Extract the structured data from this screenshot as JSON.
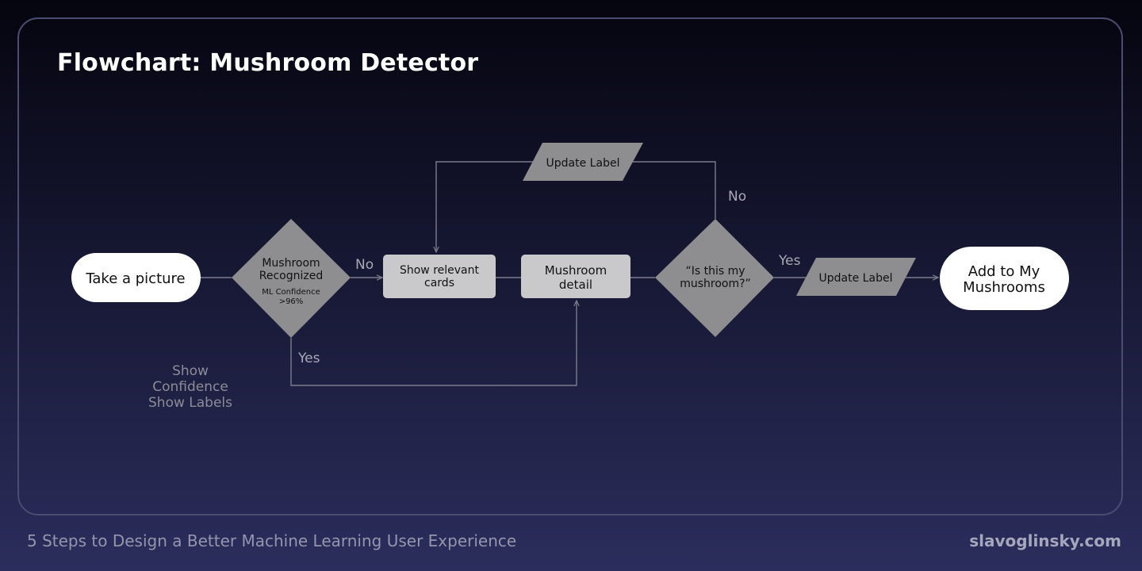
{
  "title": "Flowchart: Mushroom Detector",
  "nodes": {
    "start": {
      "label": "Take a picture"
    },
    "decision_recognized": {
      "line1": "Mushroom",
      "line2": "Recognized",
      "line3": "ML Confidence",
      "line4": ">96%"
    },
    "show_cards": {
      "line1": "Show relevant",
      "line2": "cards"
    },
    "detail": {
      "line1": "Mushroom",
      "line2": "detail"
    },
    "decision_mine": {
      "line1": "“Is this my",
      "line2": "mushroom?”"
    },
    "update_label_top": {
      "label": "Update Label"
    },
    "update_label_right": {
      "label": "Update Label"
    },
    "end": {
      "line1": "Add to My",
      "line2": "Mushrooms"
    }
  },
  "edges": {
    "no_recognized": "No",
    "yes_recognized": "Yes",
    "no_mine": "No",
    "yes_mine": "Yes"
  },
  "note": {
    "line1": "Show",
    "line2": "Confidence",
    "line3": "Show Labels"
  },
  "footer": {
    "left": "5 Steps to Design a Better Machine Learning User Experience",
    "right": "slavoglinsky.com"
  },
  "colors": {
    "terminal": "#ffffff",
    "process": "#c9c9cc",
    "decision": "#8e8e90",
    "io": "#8e8e90",
    "connector": "#7b7c8c"
  }
}
